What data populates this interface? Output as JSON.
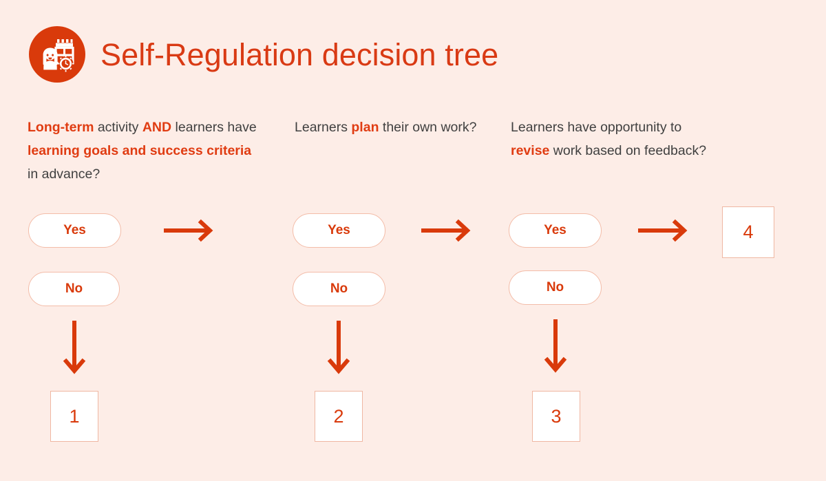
{
  "header": {
    "title": "Self-Regulation decision tree",
    "badge_icon": "self-regulation-learner-calendar-clock-icon",
    "badge_color": "#D93A0B",
    "title_color": "#D93A14"
  },
  "theme": {
    "background": "#FDEDE7",
    "accent": "#D93A0B",
    "highlight_text": "#E03C12",
    "body_text": "#404040",
    "card_background": "#FFFFFF",
    "card_border": "#F3BCA8"
  },
  "columns": [
    {
      "id": "column-0",
      "question_segments": [
        {
          "text": "Long-term",
          "highlight": true
        },
        {
          "text": " activity ",
          "highlight": false
        },
        {
          "text": "AND",
          "highlight": true
        },
        {
          "text": " learners have ",
          "highlight": false
        },
        {
          "text": "learning goals and success criteria",
          "highlight": true
        },
        {
          "text": " in advance?",
          "highlight": false
        }
      ],
      "yes_label": "Yes",
      "no_label": "No",
      "outcome": "1"
    },
    {
      "id": "column-1",
      "question_segments": [
        {
          "text": "Learners ",
          "highlight": false
        },
        {
          "text": "plan",
          "highlight": true
        },
        {
          "text": " their own work?",
          "highlight": false
        }
      ],
      "yes_label": "Yes",
      "no_label": "No",
      "outcome": "2"
    },
    {
      "id": "column-2",
      "question_segments": [
        {
          "text": "Learners have opportunity to ",
          "highlight": false
        },
        {
          "text": "revise",
          "highlight": true
        },
        {
          "text": " work based on feedback?",
          "highlight": false
        }
      ],
      "yes_label": "Yes",
      "no_label": "No",
      "outcome": "3"
    }
  ],
  "final_outcome": "4",
  "arrows": {
    "right_icon": "arrow-right-icon",
    "down_icon": "arrow-down-icon",
    "color": "#D93A0B"
  }
}
